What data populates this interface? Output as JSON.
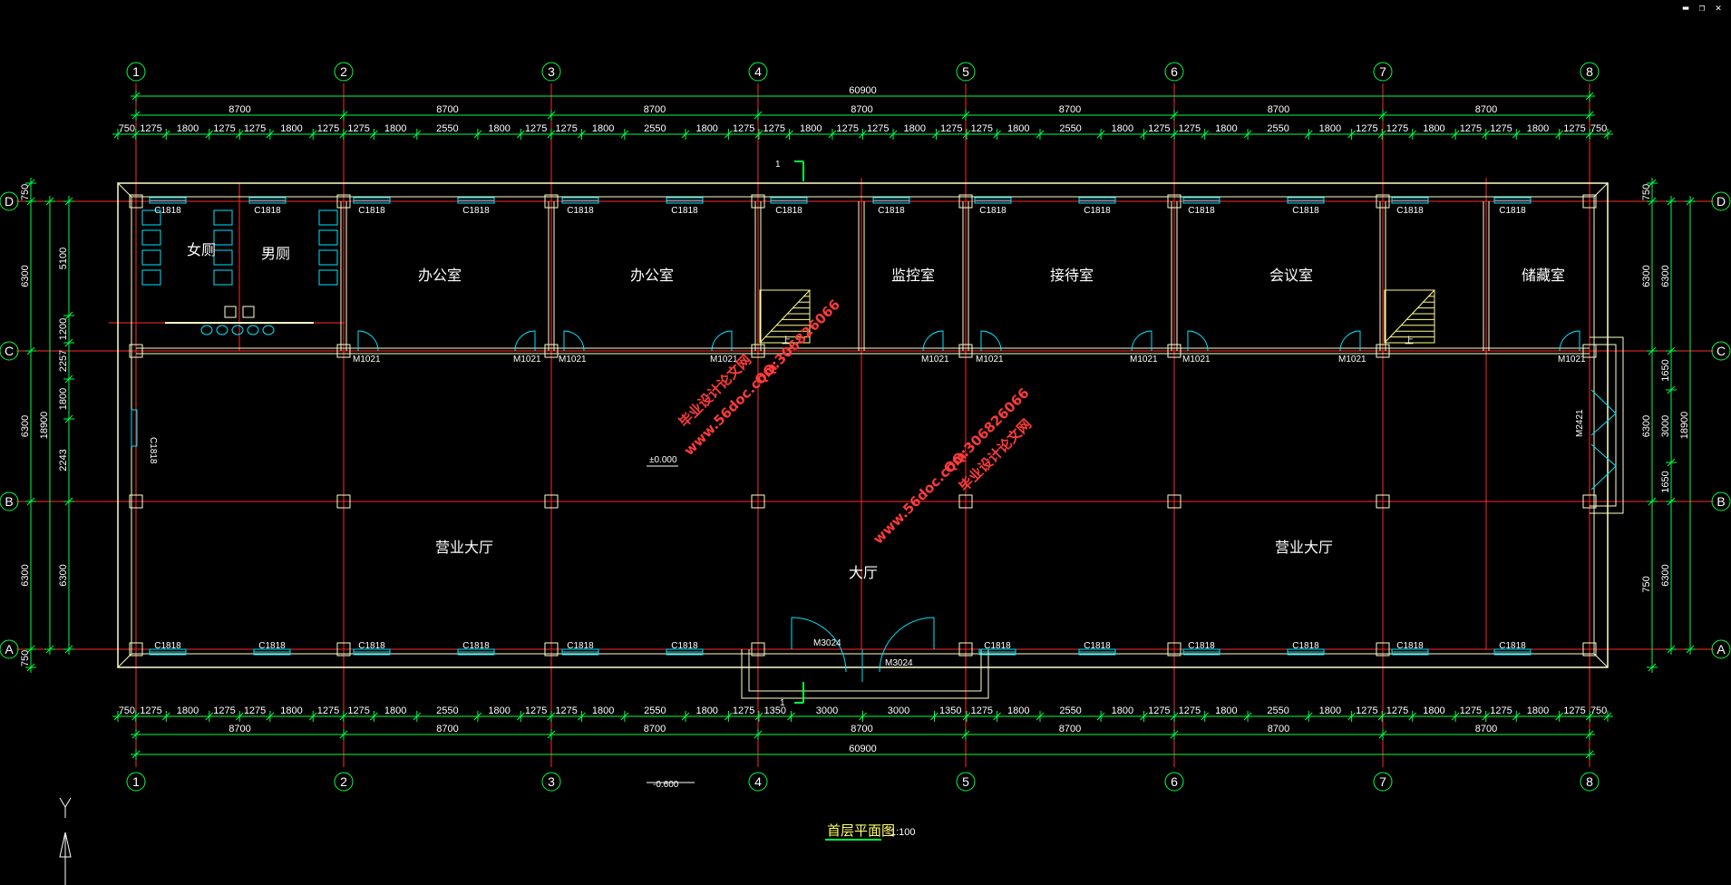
{
  "window": {
    "minimize_icon": "minimize-icon",
    "restore_icon": "restore-icon"
  },
  "colors": {
    "grid": "#00ff44",
    "axis": "#ff2a2a",
    "wall": "#ffffcc",
    "dim": "#00ff44",
    "window": "#00e5ff",
    "door": "#00e5ff",
    "text": "#ffffff",
    "watermark": "#ff3b3b"
  },
  "axes": {
    "columns": [
      "1",
      "2",
      "3",
      "4",
      "5",
      "6",
      "7",
      "8"
    ],
    "rows": [
      "D",
      "C",
      "B",
      "A"
    ]
  },
  "dims": {
    "total": "60900",
    "bay": "8700",
    "top_detail": [
      "750",
      "1275",
      "1800",
      "1275",
      "1275",
      "1800",
      "1275",
      "1275",
      "1800",
      "2550",
      "1800",
      "1275",
      "1275",
      "1800",
      "2550",
      "1800",
      "1275",
      "1275",
      "1800",
      "1275",
      "1275",
      "1800",
      "1275",
      "1275",
      "1800",
      "2550",
      "1800",
      "1275",
      "1275",
      "1800",
      "2550",
      "1800",
      "1275",
      "1275",
      "1800",
      "1275",
      "1275",
      "1800",
      "1275",
      "750"
    ],
    "bottom_detail": [
      "750",
      "1275",
      "1800",
      "1275",
      "1275",
      "1800",
      "1275",
      "1275",
      "1800",
      "2550",
      "1800",
      "1275",
      "1275",
      "1800",
      "2550",
      "1800",
      "1275",
      "1350",
      "3000",
      "3000",
      "1350",
      "1275",
      "1800",
      "2550",
      "1800",
      "1275",
      "1275",
      "1800",
      "2550",
      "1800",
      "1275",
      "1275",
      "1800",
      "1275",
      "1275",
      "1800",
      "1275",
      "750"
    ],
    "left_outer": [
      "750",
      "6300",
      "6300",
      "6300",
      "750"
    ],
    "left_total": "18900",
    "left_inner": [
      "5100",
      "1200",
      "2257",
      "1800",
      "2243",
      "6300"
    ],
    "right_outer": [
      "750",
      "6300",
      "6300",
      "750"
    ],
    "right_total": "18900",
    "right_inner": [
      "6300",
      "1650",
      "3000",
      "1650",
      "6300"
    ]
  },
  "rooms": {
    "women_wc": "女厕",
    "men_wc": "男厕",
    "office_1": "办公室",
    "office_2": "办公室",
    "monitor": "监控室",
    "reception": "接待室",
    "meeting": "会议室",
    "storage": "储藏室",
    "hall_left": "营业大厅",
    "hall_right": "营业大厅",
    "hall": "大厅"
  },
  "tags": {
    "window": "C1818",
    "door": "M1021",
    "side_window": "C1818",
    "main_door_1": "M3024",
    "main_door_2": "M3024",
    "side_door": "M2421",
    "section_mark": "1",
    "stair_up": "上",
    "level_floor": "±0.000",
    "level_ground": "-0.600"
  },
  "watermark": {
    "line1": "毕业设计论文网",
    "line2": "www.56doc.com",
    "line3": "QQ:306826066"
  },
  "title": {
    "text": "首层平面图",
    "scale": "1:100"
  },
  "ucs": {
    "y_label": "Y"
  }
}
